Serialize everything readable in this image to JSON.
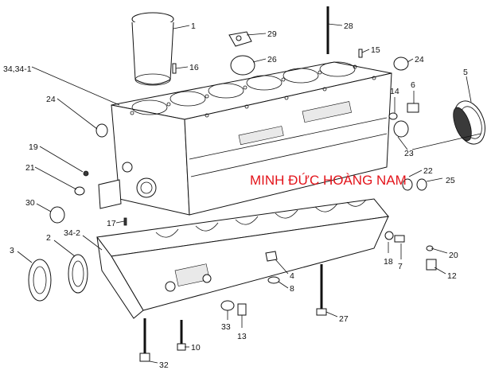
{
  "watermark": "MINH ĐỨC HOÀNG NAM",
  "colors": {
    "watermark": "#e3141b",
    "ink": "#111111",
    "background": "#ffffff"
  },
  "labels": {
    "l1": "1",
    "l16": "16",
    "l29": "29",
    "l26": "26",
    "l28": "28",
    "l15": "15",
    "l24a": "24",
    "l343": "34,34-1",
    "l24b": "24",
    "l6": "6",
    "l14": "14",
    "l5": "5",
    "l19": "19",
    "l21": "21",
    "l23": "23",
    "l22": "22",
    "l25": "25",
    "l30": "30",
    "l17": "17",
    "l342": "34-2",
    "l2": "2",
    "l3": "3",
    "l18": "18",
    "l7": "7",
    "l20": "20",
    "l12": "12",
    "l4": "4",
    "l8": "8",
    "l27": "27",
    "l33": "33",
    "l13": "13",
    "l10": "10",
    "l32": "32"
  }
}
